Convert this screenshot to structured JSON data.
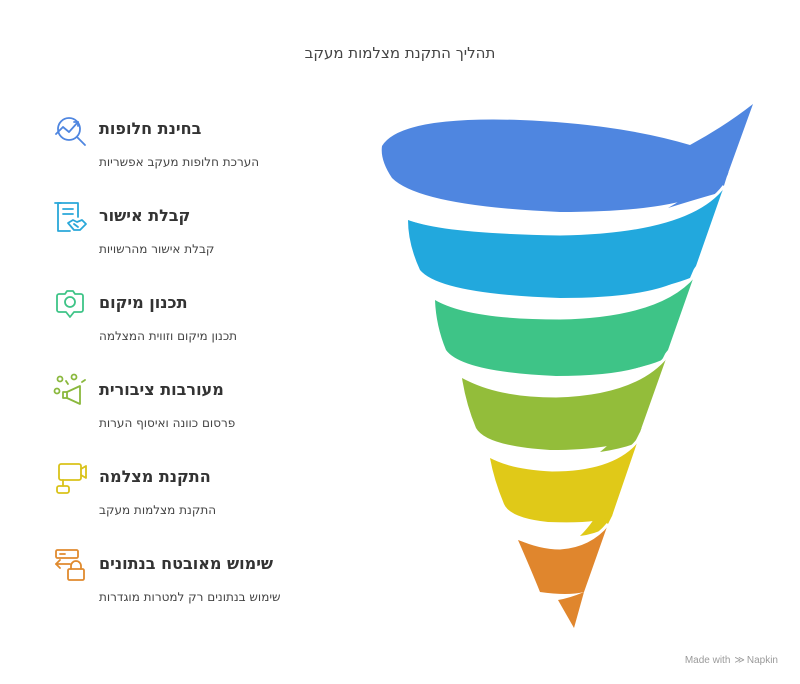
{
  "title": "תהליך התקנת מצלמות מעקב",
  "steps": [
    {
      "title": "בחינת חלופות",
      "description": "הערכת חלופות מעקב אפשריות",
      "icon": "chart-search-icon",
      "color": "#4f86e0"
    },
    {
      "title": "קבלת אישור",
      "description": "קבלת אישור מהרשויות",
      "icon": "contract-handshake-icon",
      "color": "#2aa8d9"
    },
    {
      "title": "תכנון מיקום",
      "description": "תכנון מיקום וזווית המצלמה",
      "icon": "camera-location-icon",
      "color": "#3ec487"
    },
    {
      "title": "מעורבות ציבורית",
      "description": "פרסום כוונה ואיסוף הערות",
      "icon": "megaphone-icon",
      "color": "#8ab83d"
    },
    {
      "title": "התקנת מצלמה",
      "description": "התקנת מצלמות מעקב",
      "icon": "security-camera-icon",
      "color": "#d9c21a"
    },
    {
      "title": "שימוש מאובטח בנתונים",
      "description": "שימוש בנתונים רק למטרות מוגדרות",
      "icon": "secure-data-icon",
      "color": "#e08a2e"
    }
  ],
  "funnel_colors": [
    "#4f86e0",
    "#22a8dd",
    "#3ec487",
    "#93bd3a",
    "#e0c918",
    "#e0862d"
  ],
  "credit": {
    "made_with": "Made with",
    "brand": "Napkin"
  }
}
